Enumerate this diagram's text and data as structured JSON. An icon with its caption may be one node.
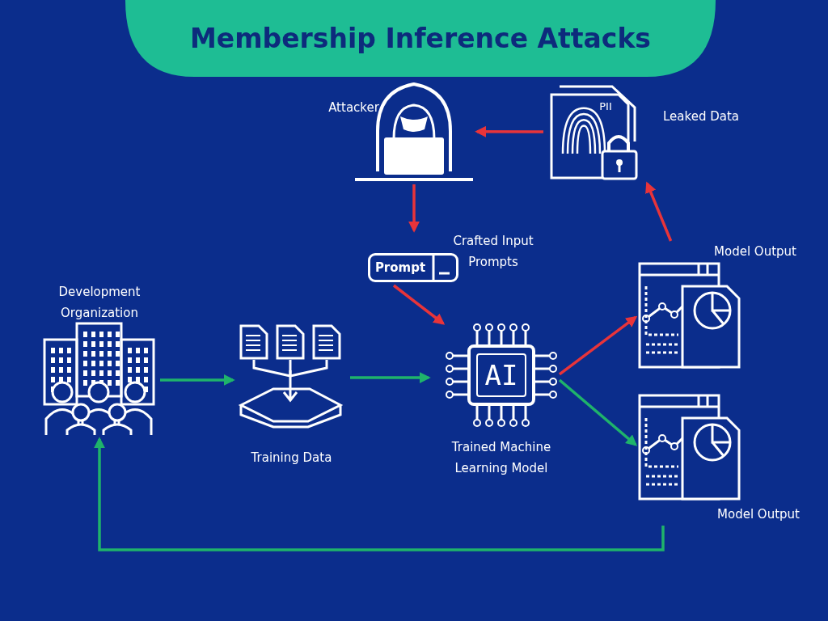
{
  "diagram": {
    "title": "Membership Inference Attacks",
    "nodes": [
      {
        "text": [
          "Attacker"
        ]
      },
      {
        "text": [
          "PII",
          "Leaked Data"
        ]
      },
      {
        "text": [
          "Prompt",
          "Crafted Input Prompts"
        ]
      },
      {
        "text": [
          "Development Organization"
        ]
      },
      {
        "text": [
          "Training Data"
        ]
      },
      {
        "text": [
          "AI",
          "Trained Machine Learning Model"
        ]
      },
      {
        "text": [
          "Model Output"
        ]
      },
      {
        "text": [
          "Model Output"
        ]
      }
    ],
    "edges": [
      {
        "from": 1,
        "to": 0,
        "arrow": "to",
        "color": "#e8343a"
      },
      {
        "from": 0,
        "to": 2,
        "arrow": "to",
        "color": "#e8343a"
      },
      {
        "from": 2,
        "to": 5,
        "arrow": "to",
        "color": "#e8343a"
      },
      {
        "from": 5,
        "to": 6,
        "arrow": "to",
        "color": "#e8343a"
      },
      {
        "from": 6,
        "to": 1,
        "arrow": "to",
        "color": "#e8343a"
      },
      {
        "from": 3,
        "to": 4,
        "arrow": "to",
        "color": "#1fb36b"
      },
      {
        "from": 4,
        "to": 5,
        "arrow": "to",
        "color": "#1fb36b"
      },
      {
        "from": 5,
        "to": 7,
        "arrow": "to",
        "color": "#1fb36b"
      },
      {
        "from": 7,
        "to": 3,
        "arrow": "to",
        "color": "#1fb36b"
      }
    ]
  }
}
